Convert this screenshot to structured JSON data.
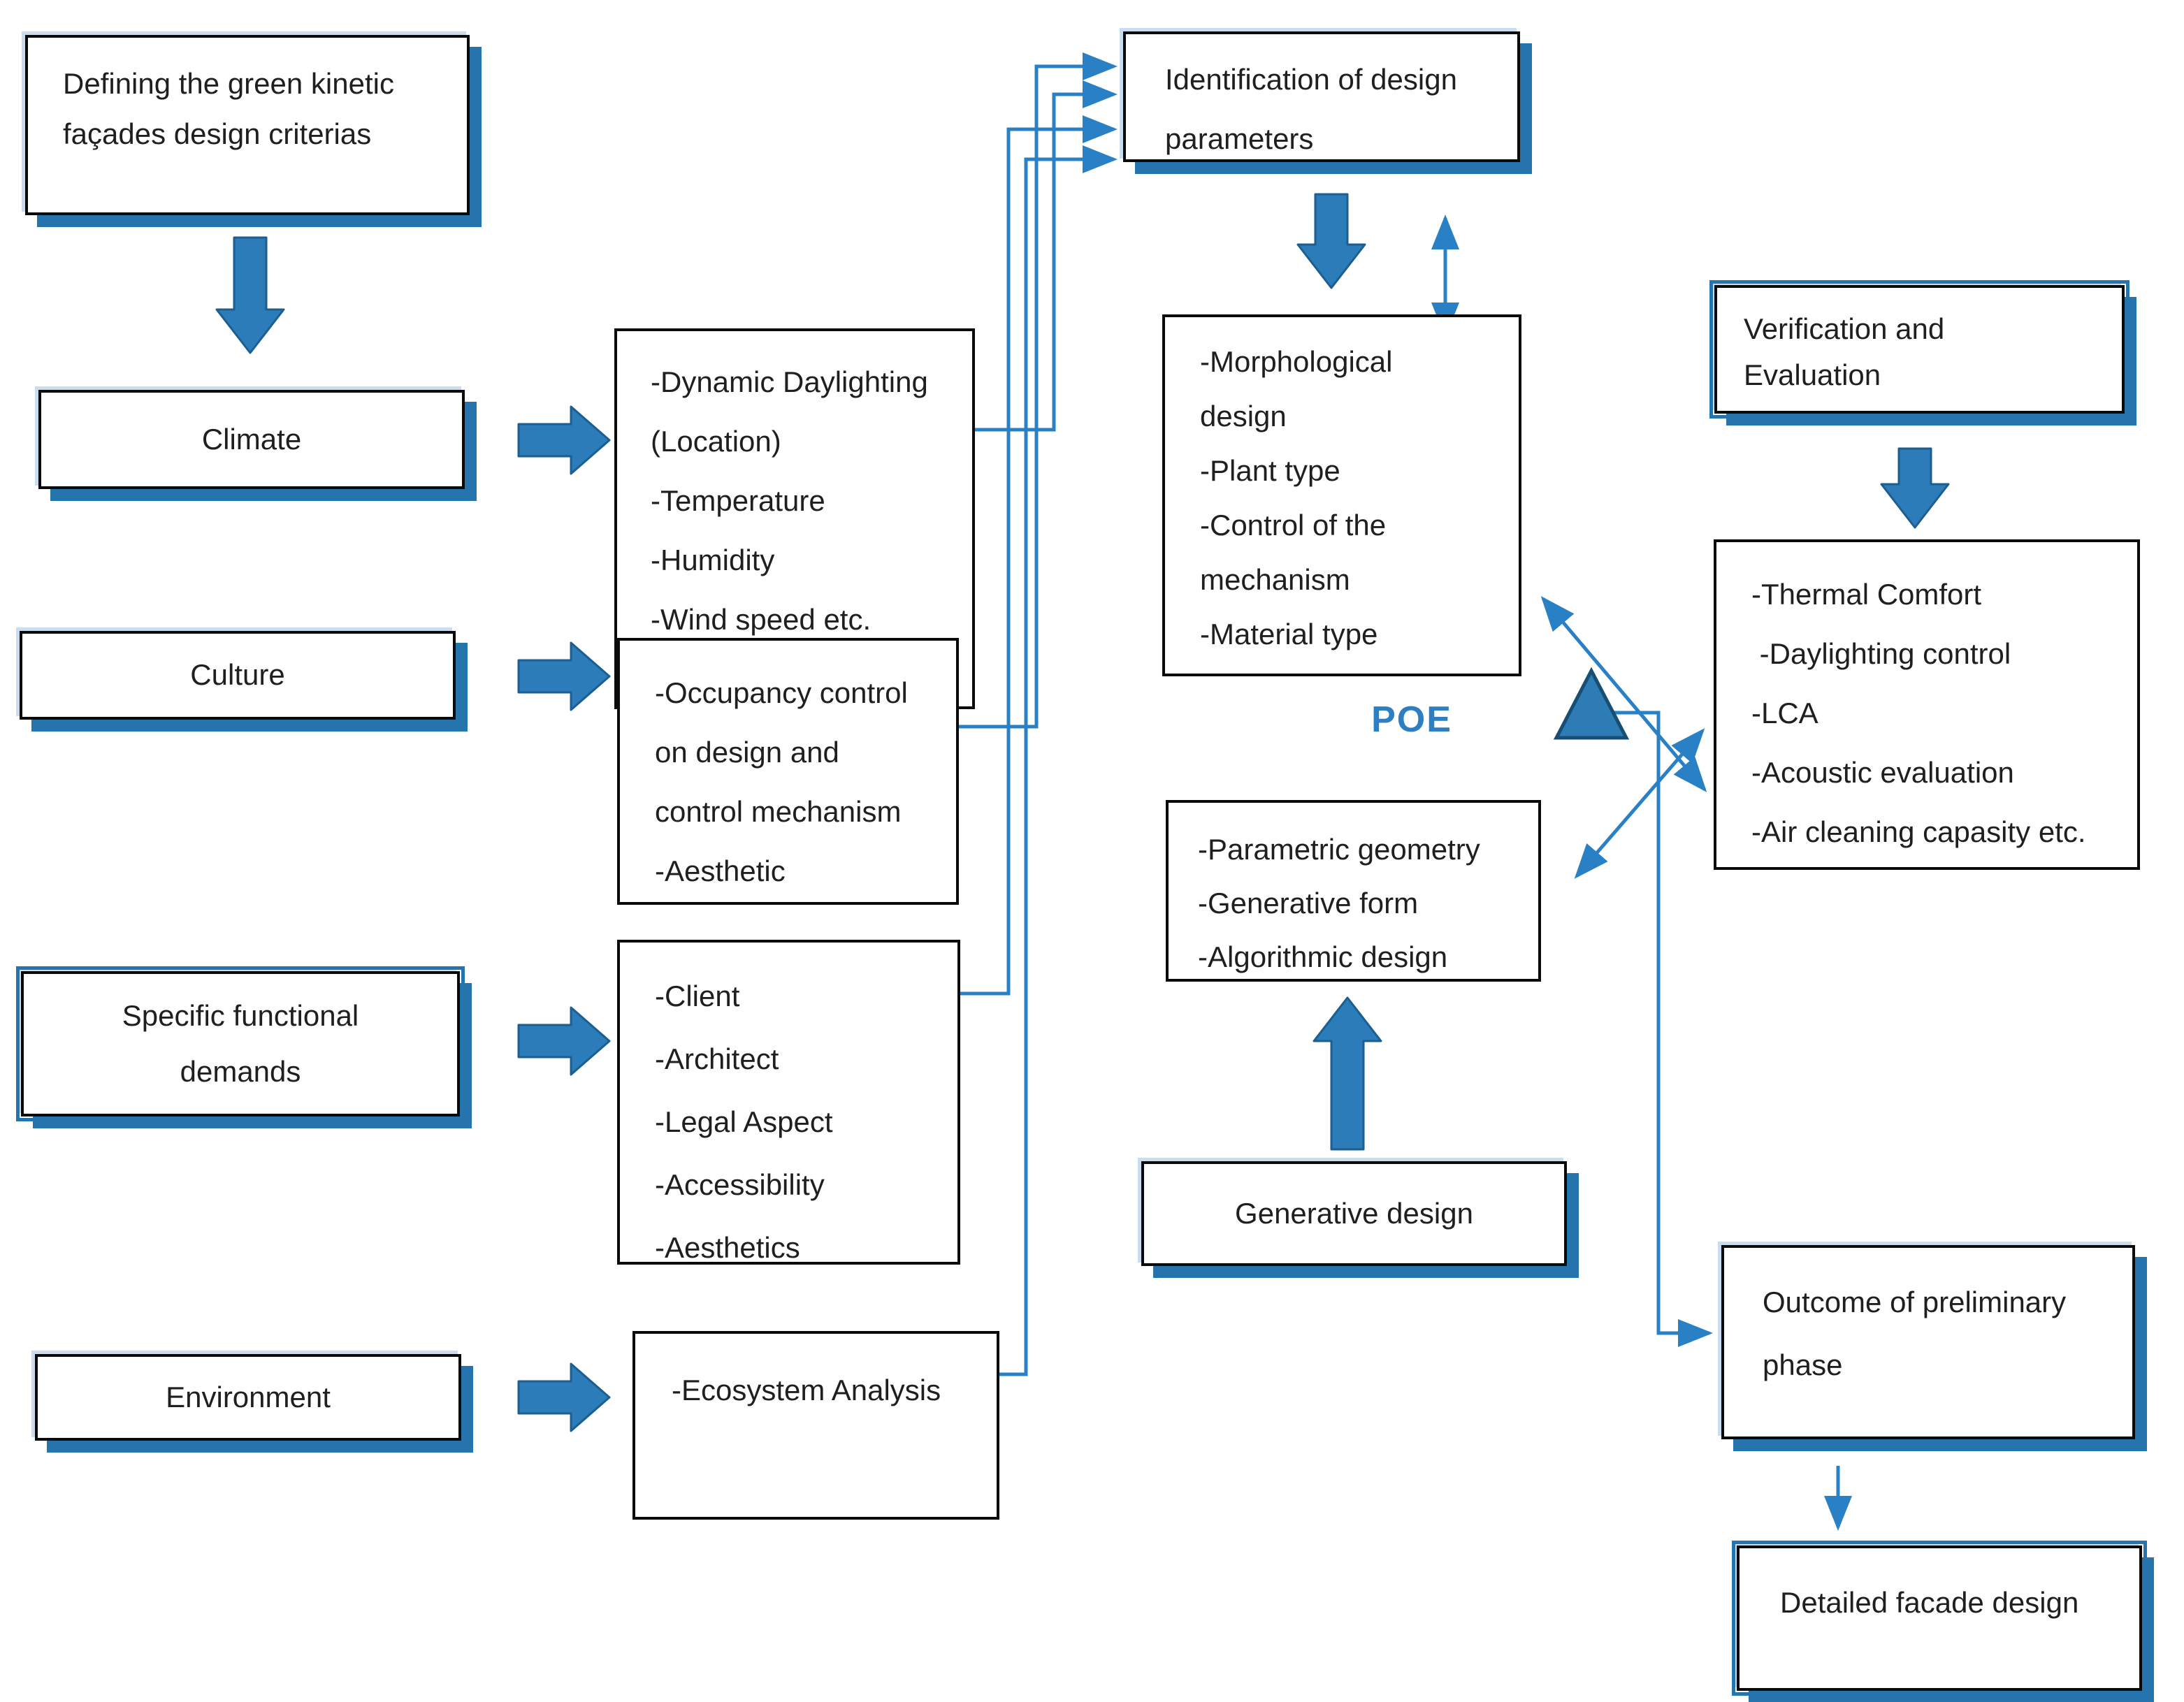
{
  "boxes": {
    "defining": {
      "lines": [
        "Defining the green kinetic",
        "façades design criterias"
      ]
    },
    "climate": {
      "label": "Climate"
    },
    "climate_detail": {
      "lines": [
        "-Dynamic Daylighting",
        "(Location)",
        "-Temperature",
        "-Humidity",
        "-Wind speed etc."
      ]
    },
    "culture": {
      "label": "Culture"
    },
    "culture_detail": {
      "lines": [
        "-Occupancy control",
        "on design and",
        "control mechanism",
        "-Aesthetic"
      ]
    },
    "specific": {
      "lines": [
        "Specific functional",
        "demands"
      ]
    },
    "specific_detail": {
      "lines": [
        "-Client",
        "-Architect",
        "-Legal Aspect",
        "-Accessibility",
        "-Aesthetics"
      ]
    },
    "environment": {
      "label": "Environment"
    },
    "environment_detail": {
      "lines": [
        "-Ecosystem Analysis"
      ]
    },
    "identification": {
      "lines": [
        "Identification of design",
        "parameters"
      ]
    },
    "morphological": {
      "lines": [
        "-Morphological",
        "design",
        "-Plant type",
        "-Control of the",
        "mechanism",
        "-Material type"
      ]
    },
    "parametric": {
      "lines": [
        "-Parametric geometry",
        "-Generative form",
        "-Algorithmic design"
      ]
    },
    "generative": {
      "label": "Generative design"
    },
    "verification": {
      "lines": [
        "Verification and",
        "Evaluation"
      ]
    },
    "evaluation_detail": {
      "lines": [
        "-Thermal Comfort",
        " -Daylighting control",
        "-LCA",
        "-Acoustic evaluation",
        "-Air cleaning capasity etc."
      ]
    },
    "outcome": {
      "lines": [
        "Outcome of preliminary",
        "phase"
      ]
    },
    "detailed": {
      "lines": [
        "Detailed facade design"
      ]
    }
  },
  "annotations": {
    "poe": "POE"
  },
  "colors": {
    "line_blue": "#2980c4",
    "arrow_fill": "#2b7cb9",
    "arrow_stroke": "#1b5e8f",
    "shadow_blue": "#2574ae",
    "poe_blue": "#2e7fc1",
    "border_black": "#0a0a0a"
  }
}
